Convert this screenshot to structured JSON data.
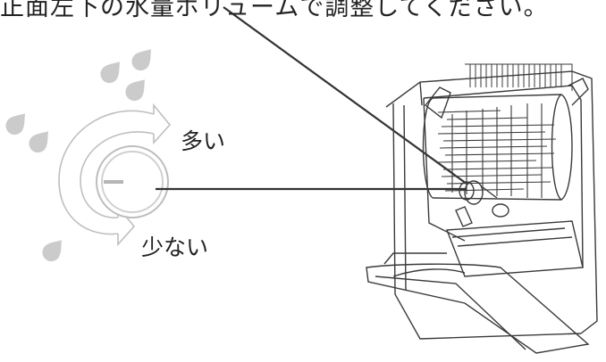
{
  "caption": "正面左下の水量ボリュームで調整してください。",
  "knob": {
    "more_label": "多い",
    "less_label": "少ない"
  },
  "colors": {
    "water_drop": "#c8c8c8",
    "line": "#333333",
    "knob_outline": "#bdbdbd"
  },
  "icons": [
    "water-drop-icon",
    "arrow-icon",
    "dial-knob-icon"
  ]
}
